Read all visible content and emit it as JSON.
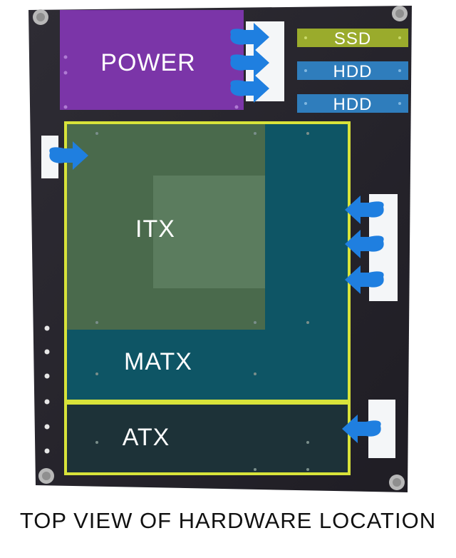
{
  "diagram": {
    "zones": {
      "power": "POWER",
      "itx": "ITX",
      "matx": "MATX",
      "atx": "ATX"
    },
    "bays": [
      "SSD",
      "HDD",
      "HDD"
    ],
    "caption": "TOP VIEW OF HARDWARE LOCATION"
  },
  "colors": {
    "board": "#26242c",
    "power": "#7b35a8",
    "ssd": "#9aab2c",
    "hdd": "#2f7dbc",
    "itx": "#4a6a4c",
    "matx": "#0e5565",
    "atx": "#1d3238",
    "outline": "#d8e33a",
    "arrow": "#1f7fe0"
  },
  "icons": [
    "screw-icon",
    "arrow-icon",
    "fan-bracket-icon"
  ]
}
